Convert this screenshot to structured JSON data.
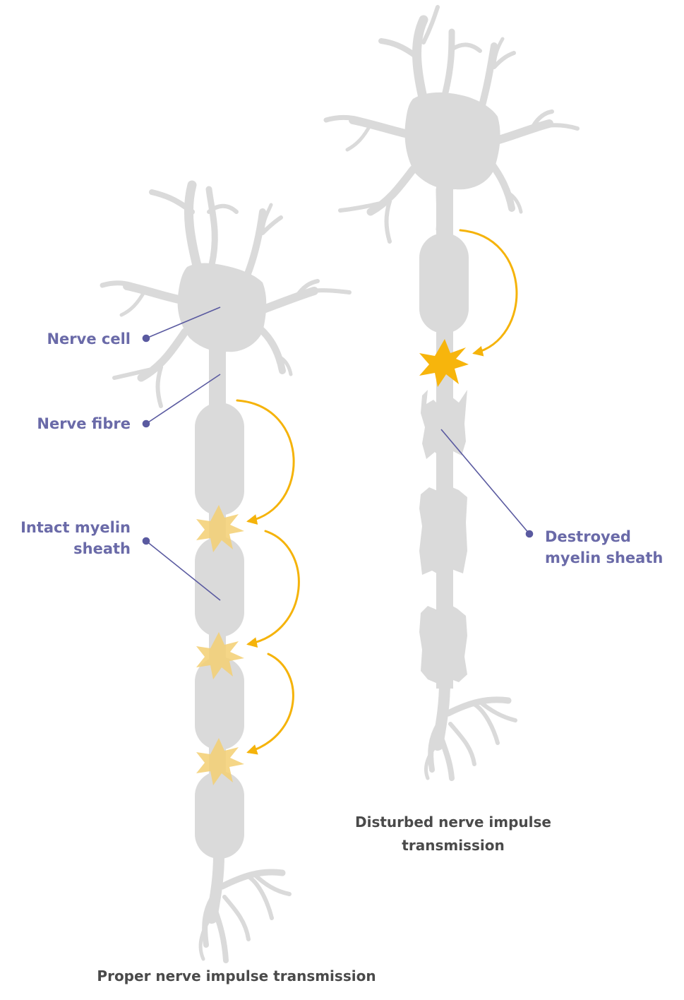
{
  "colors": {
    "neuron": "#dadada",
    "label": "#6a6aa8",
    "leader": "#5a5aa0",
    "arrow": "#f5b30a",
    "spark_active": "#f7b50c",
    "spark_faded": "#f3cf72",
    "caption": "#4a4a4a"
  },
  "labels": {
    "nerve_cell": "Nerve cell",
    "nerve_fibre": "Nerve fibre",
    "intact_line1": "Intact myelin",
    "intact_line2": "sheath",
    "destroyed_line1": "Destroyed",
    "destroyed_line2": "myelin sheath"
  },
  "captions": {
    "proper": "Proper nerve impulse transmission",
    "disturbed_line1": "Disturbed nerve impulse",
    "disturbed_line2": "transmission"
  }
}
